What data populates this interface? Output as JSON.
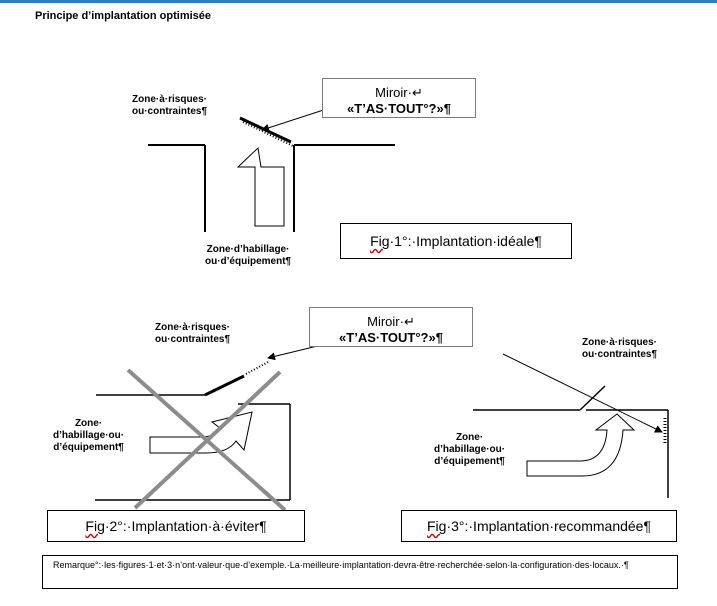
{
  "title": "Principe d’implantation optimisée",
  "fig1": {
    "zone_risk": [
      "Zone·à·risques·",
      "ou·contraintes¶"
    ],
    "mirror": [
      "Miroir·↵",
      "«T’AS·TOUT°?»¶"
    ],
    "zone_equip": [
      "Zone·d’habillage·",
      "ou·d’équipement¶"
    ],
    "caption_abbr": "Fig",
    "caption_rest": "·1°:·Implantation·idéale¶"
  },
  "fig2": {
    "zone_risk": [
      "Zone·à·risques·",
      "ou·contraintes¶"
    ],
    "mirror": [
      "Miroir·↵",
      "«T’AS·TOUT°?»¶"
    ],
    "zone_equip": [
      "Zone·",
      "d’habillage·ou·",
      "d’équipement¶"
    ],
    "caption_abbr": "Fig",
    "caption_rest": "·2°:·Implantation·à·éviter¶"
  },
  "fig3": {
    "zone_risk": [
      "Zone·à·risques·",
      "ou·contraintes¶"
    ],
    "zone_equip": [
      "Zone·",
      "d’habillage·ou·",
      "d’équipement¶"
    ],
    "caption_abbr": "Fig",
    "caption_rest": "·3°:·Implantation·recommandée¶"
  },
  "note": "Remarque°:·les·figures·1·et·3·n’ont·valeur·que·d’exemple.·La·meilleure·implantation·devra·être·recherchée·selon·la·configuration·des·locaux.·¶",
  "colors": {
    "accent": "#2a7fc1",
    "cross": "#8c8c8c",
    "mirror_border": "#7a7a7a"
  }
}
